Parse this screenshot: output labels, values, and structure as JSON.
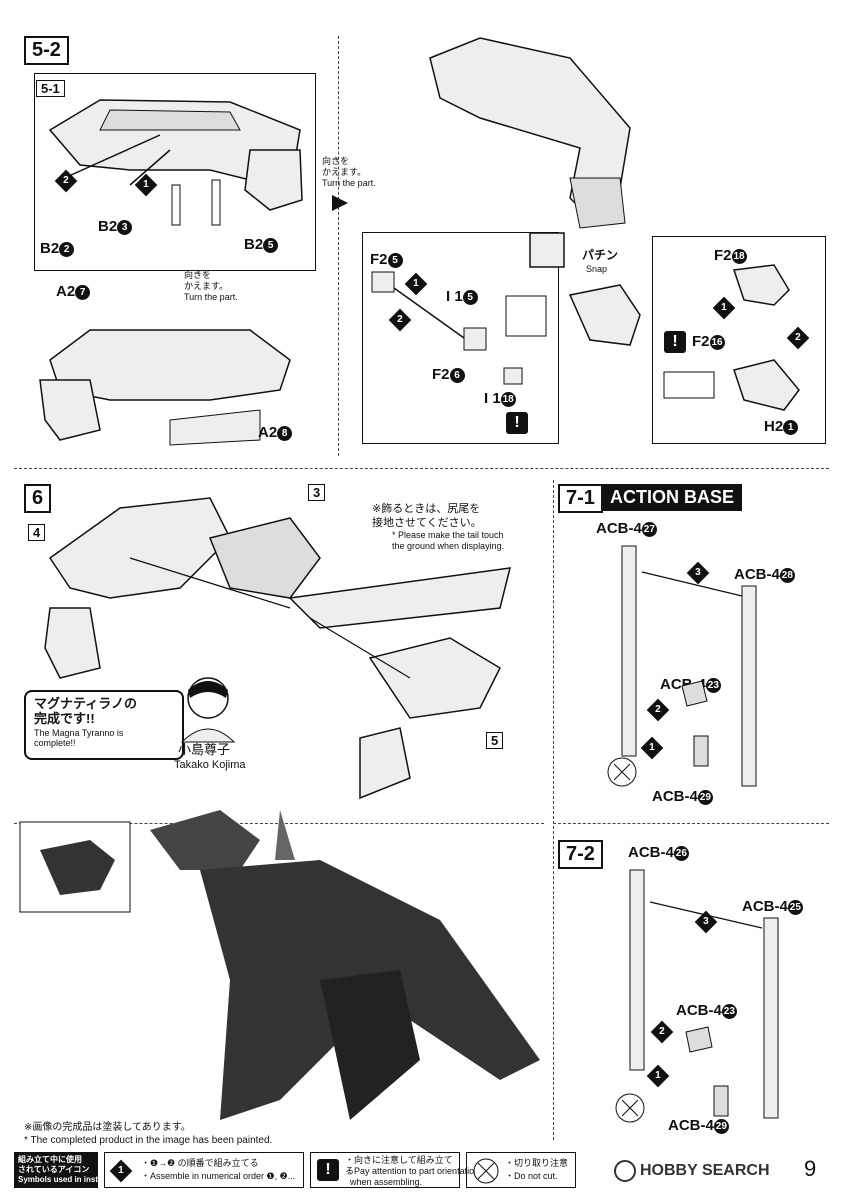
{
  "step_5_2": {
    "badge": "5-2",
    "sub_badge": "5-1",
    "turn_jp": "向きを\nかえます。",
    "turn_en": "Turn the part.",
    "turn2_jp": "向きを\nかえます。",
    "turn2_en": "Turn the part.",
    "labels": {
      "b2_3": "B2",
      "b2_2": "B2",
      "b2_5": "B2",
      "a2_7": "A2",
      "a2_8": "A2",
      "f2_5": "F2",
      "i1_5": "I 1",
      "f2_6": "F2",
      "i1_18": "I 1",
      "f2_18": "F2",
      "f2_16": "F2",
      "h2_1": "H2"
    },
    "snap_jp": "パチン",
    "snap_en": "Snap"
  },
  "step_6": {
    "badge": "6",
    "ref_3": "3",
    "ref_4": "4",
    "ref_5": "5",
    "tail_note_jp": "※飾るときは、尻尾を\n接地させてください。",
    "tail_note_en": "* Please make the tail touch\nthe ground when displaying.",
    "speech_jp": "マグナティラノの\n完成です!!",
    "speech_en": "The Magna Tyranno is\ncomplete!!",
    "char_name_jp": "小島尊子",
    "char_name_en": "Takako Kojima"
  },
  "step_7_1": {
    "badge": "7-1",
    "title": "ACTION BASE",
    "parts": [
      "ACB-4",
      "ACB-4",
      "ACB-4",
      "ACB-4"
    ]
  },
  "step_7_2": {
    "badge": "7-2",
    "parts": [
      "ACB-4",
      "ACB-4",
      "ACB-4",
      "ACB-4"
    ]
  },
  "painted_note_jp": "※画像の完成品は塗装してあります。",
  "painted_note_en": "* The completed product in the image has been painted.",
  "footer": {
    "title": "組み立て中に使用\nされているアイコン\nSymbols used in instructions",
    "order_jp": "・❶→❷ の順番で組み立てる",
    "order_en": "・Assemble in numerical order ❶, ❷...",
    "orient_jp": "・向きに注意して組み立てる",
    "orient_en": "・Pay attention to part orientation\n  when assembling.",
    "cut_jp": "・切り取り注意",
    "cut_en": "・Do not cut."
  },
  "watermark": "HOBBY SEARCH",
  "page_number": "9"
}
